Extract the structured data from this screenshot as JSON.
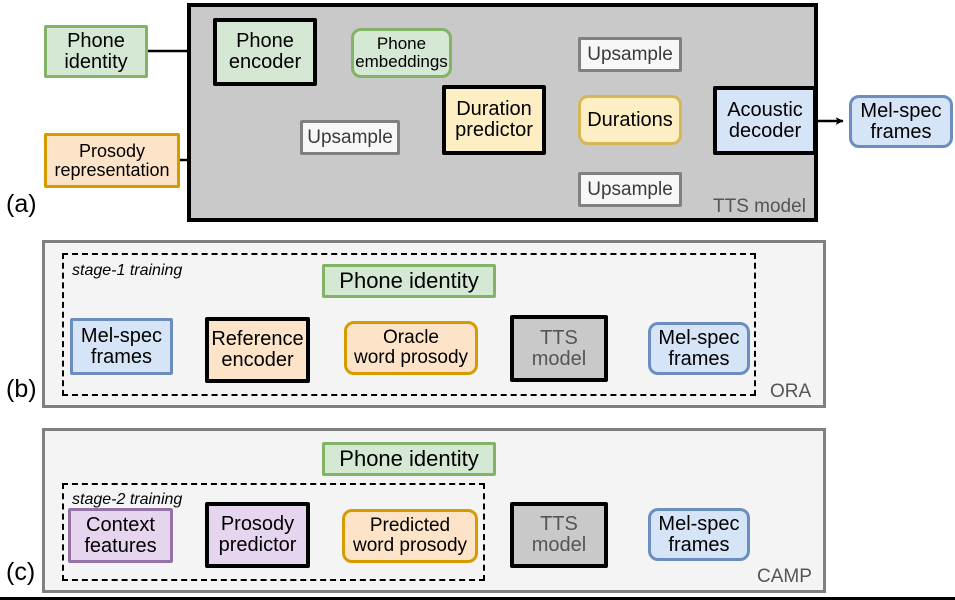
{
  "figure": {
    "captions": {
      "a": "(a)",
      "b": "(b)",
      "c": "(c)"
    },
    "colors": {
      "green_fill": "#d5e8d4",
      "green_stroke": "#82b366",
      "orange_fill": "#fde4c8",
      "orange_stroke": "#d79b00",
      "yellow_fill": "#fdefc3",
      "yellow_stroke": "#d6b656",
      "blue_fill": "#d6e4f7",
      "blue_stroke": "#6c8ebf",
      "purple_fill": "#e6d5ef",
      "purple_stroke": "#9673a6",
      "gray_fill": "#c9c9c9",
      "panel_fill": "#f4f4f4",
      "white_fill": "#f7f7f7",
      "white_stroke": "#808080"
    }
  },
  "panel_a": {
    "container_label": "TTS model",
    "nodes": {
      "phone_identity": "Phone\nidentity",
      "phone_encoder": "Phone\nencoder",
      "phone_embeddings": "Phone\nembeddings",
      "prosody_representation": "Prosody\nrepresentation",
      "upsample_mid": "Upsample",
      "upsample_top": "Upsample",
      "upsample_bottom": "Upsample",
      "duration_predictor": "Duration\npredictor",
      "durations": "Durations",
      "acoustic_decoder": "Acoustic\ndecoder",
      "mel_spec_frames": "Mel-spec\nframes"
    }
  },
  "panel_b": {
    "container_label": "ORA",
    "stage_label": "stage-1 training",
    "nodes": {
      "mel_spec_frames_in": "Mel-spec\nframes",
      "reference_encoder": "Reference\nencoder",
      "oracle_word_prosody": "Oracle\nword prosody",
      "phone_identity": "Phone identity",
      "tts_model": "TTS\nmodel",
      "mel_spec_frames_out": "Mel-spec\nframes"
    }
  },
  "panel_c": {
    "container_label": "CAMP",
    "stage_label": "stage-2 training",
    "nodes": {
      "context_features": "Context\nfeatures",
      "prosody_predictor": "Prosody\npredictor",
      "predicted_word_prosody": "Predicted\nword prosody",
      "phone_identity": "Phone identity",
      "tts_model": "TTS\nmodel",
      "mel_spec_frames_out": "Mel-spec\nframes"
    }
  }
}
